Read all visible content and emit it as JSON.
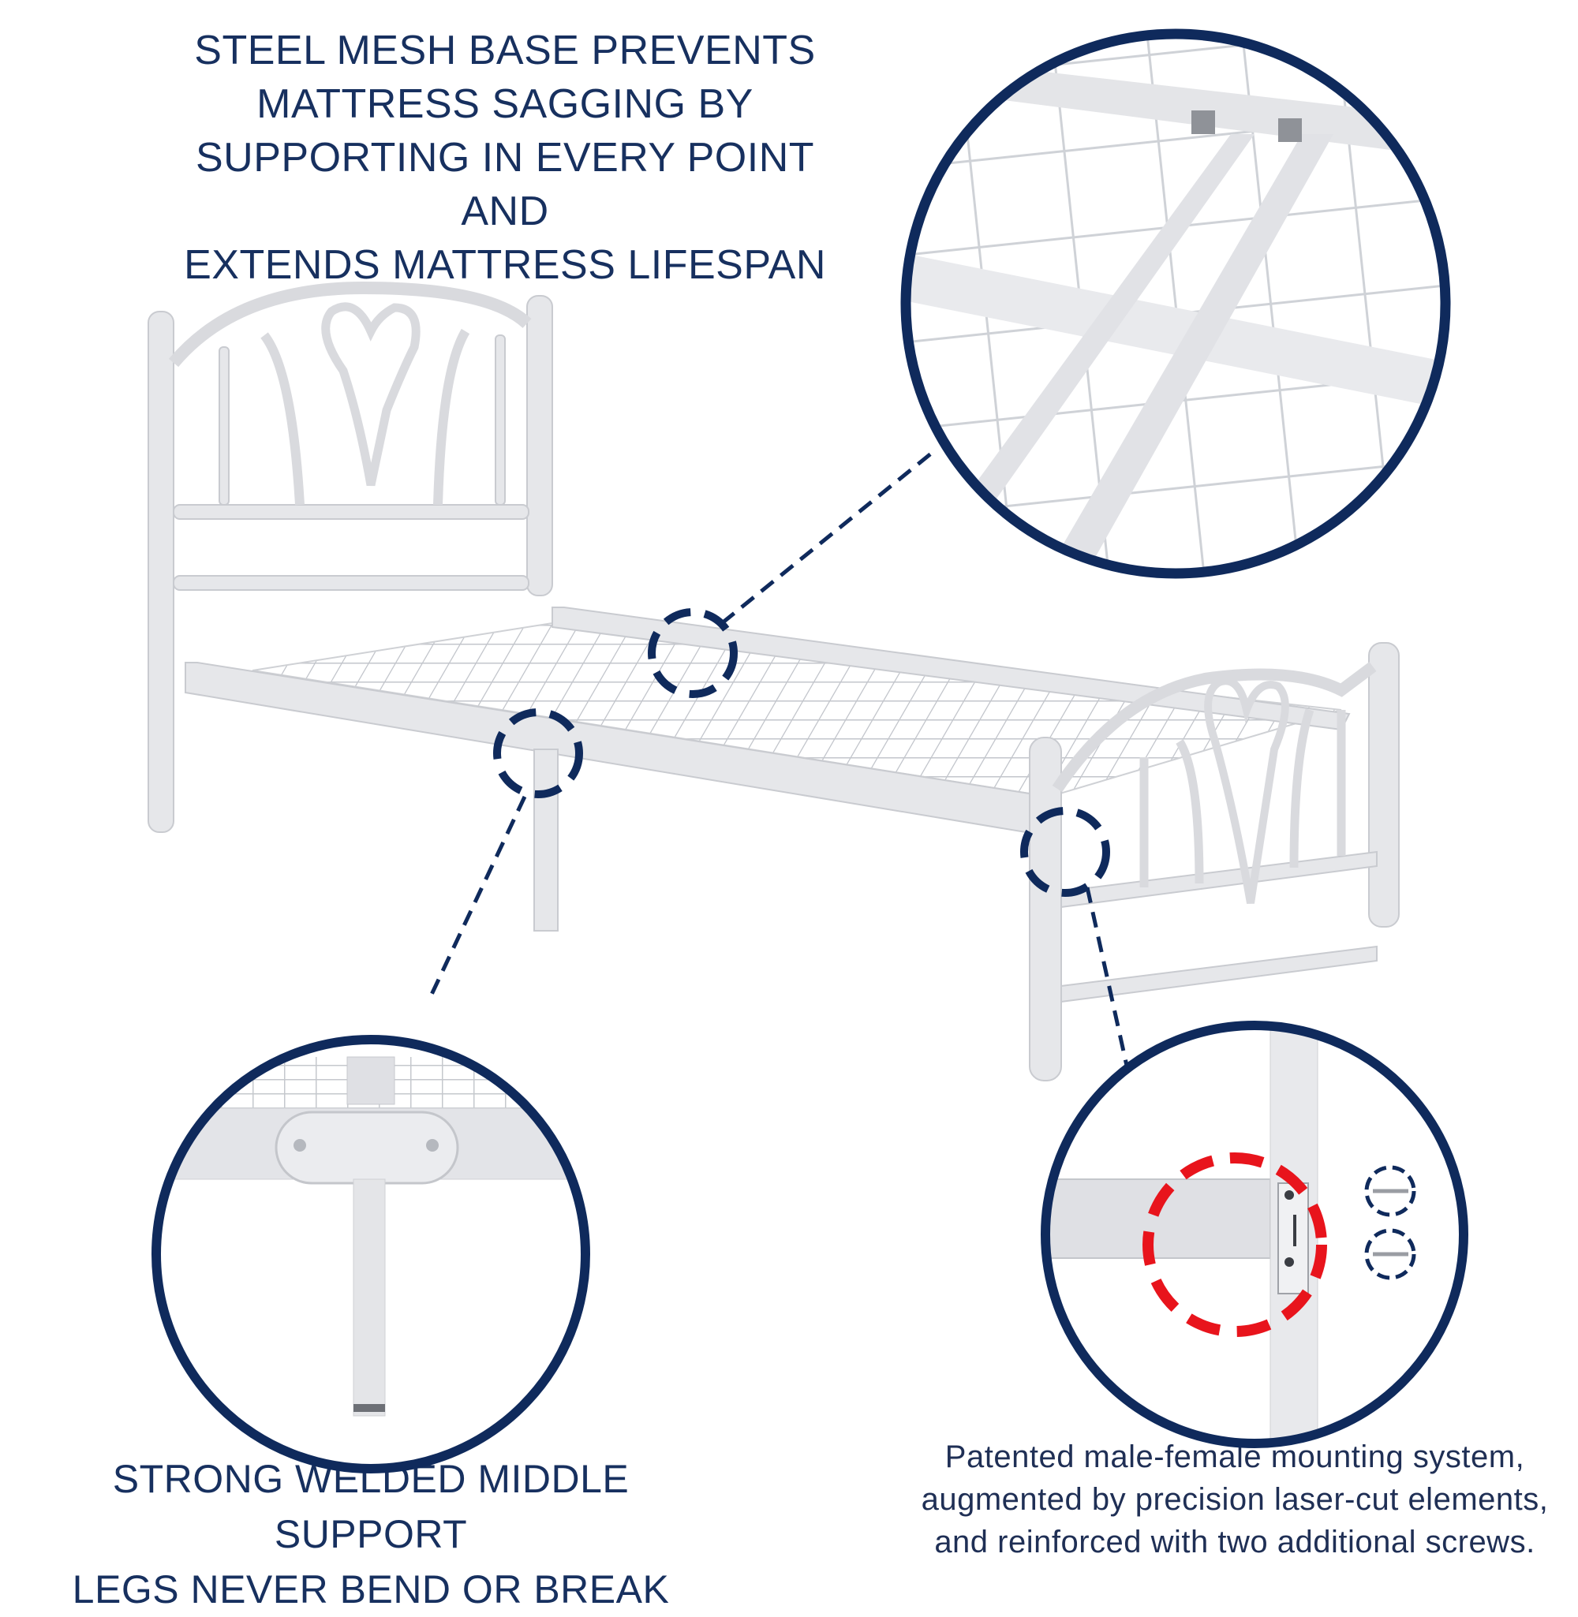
{
  "captions": {
    "top": [
      "STEEL MESH BASE PREVENTS",
      "MATTRESS SAGGING BY",
      "SUPPORTING IN EVERY POINT AND",
      "EXTENDS MATTRESS LIFESPAN"
    ],
    "bottom_left": [
      "STRONG WELDED MIDDLE SUPPORT",
      "LEGS NEVER BEND OR BREAK"
    ],
    "bottom_right": [
      "Patented male-female mounting system,",
      "augmented by precision laser-cut elements,",
      "and reinforced with two additional screws."
    ]
  },
  "colors": {
    "navy": "#0f2a5c",
    "frame": "#e6e7ea",
    "frame_shade": "#c9cbd0",
    "highlight_red": "#e8141c",
    "text": "#17305f"
  },
  "icons": {
    "bed": "metal-bed-frame",
    "mesh_zoom": "mesh-detail-circle",
    "leg_zoom": "middle-leg-detail-circle",
    "joint_zoom": "joint-detail-circle"
  }
}
